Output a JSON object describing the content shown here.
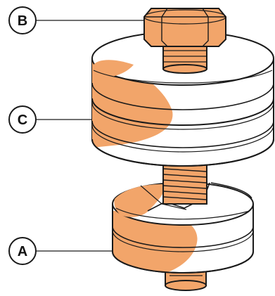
{
  "callouts": [
    {
      "id": "B",
      "label": "B"
    },
    {
      "id": "C",
      "label": "C"
    },
    {
      "id": "A",
      "label": "A"
    }
  ],
  "colors": {
    "copper": "#F2A56A",
    "outline": "#1a1a1a",
    "background": "#ffffff",
    "metal": "#ffffff"
  }
}
